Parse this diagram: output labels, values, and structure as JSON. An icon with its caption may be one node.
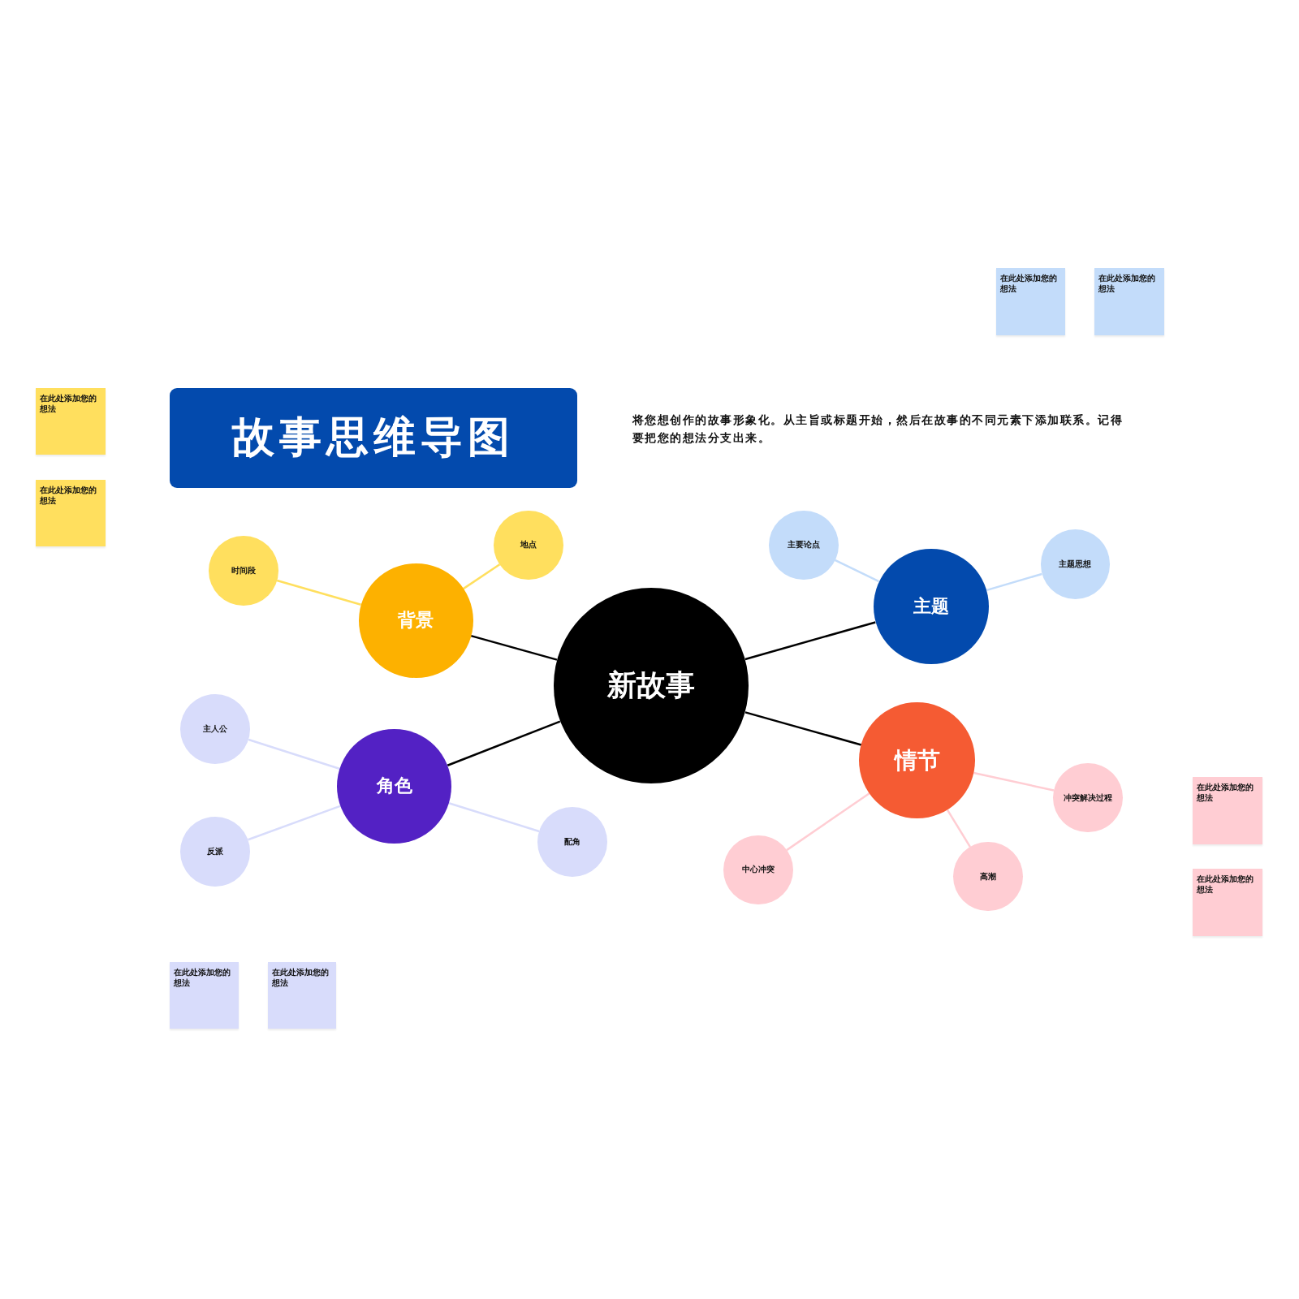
{
  "diagram": {
    "title": "故事思维导图",
    "nodes": [
      {
        "text": [
          "新故事"
        ]
      },
      {
        "text": [
          "背景"
        ]
      },
      {
        "text": [
          "时间段"
        ]
      },
      {
        "text": [
          "地点"
        ]
      },
      {
        "text": [
          "角色"
        ]
      },
      {
        "text": [
          "主人公"
        ]
      },
      {
        "text": [
          "反派"
        ]
      },
      {
        "text": [
          "配角"
        ]
      },
      {
        "text": [
          "主题"
        ]
      },
      {
        "text": [
          "主要论点"
        ]
      },
      {
        "text": [
          "主题思想"
        ]
      },
      {
        "text": [
          "情节"
        ]
      },
      {
        "text": [
          "冲突解决过程"
        ]
      },
      {
        "text": [
          "中心冲突"
        ]
      },
      {
        "text": [
          "高潮"
        ]
      },
      {
        "text": [
          "在此处添加您的想法"
        ]
      },
      {
        "text": [
          "在此处添加您的想法"
        ]
      },
      {
        "text": [
          "在此处添加您的想法"
        ]
      },
      {
        "text": [
          "在此处添加您的想法"
        ]
      },
      {
        "text": [
          "在此处添加您的想法"
        ]
      },
      {
        "text": [
          "在此处添加您的想法"
        ]
      },
      {
        "text": [
          "在此处添加您的想法"
        ]
      },
      {
        "text": [
          "在此处添加您的想法"
        ]
      }
    ],
    "edges": [
      {
        "from": 0,
        "to": 1,
        "arrow": "none"
      },
      {
        "from": 0,
        "to": 4,
        "arrow": "none"
      },
      {
        "from": 0,
        "to": 8,
        "arrow": "none"
      },
      {
        "from": 0,
        "to": 11,
        "arrow": "none"
      },
      {
        "from": 1,
        "to": 2,
        "arrow": "none",
        "color": "#ffdf5e"
      },
      {
        "from": 1,
        "to": 3,
        "arrow": "none",
        "color": "#ffdf5e"
      },
      {
        "from": 4,
        "to": 5,
        "arrow": "none",
        "color": "#d8dcfb"
      },
      {
        "from": 4,
        "to": 6,
        "arrow": "none",
        "color": "#d8dcfb"
      },
      {
        "from": 4,
        "to": 7,
        "arrow": "none",
        "color": "#d8dcfb"
      },
      {
        "from": 8,
        "to": 9,
        "arrow": "none",
        "color": "#c3dcfa"
      },
      {
        "from": 8,
        "to": 10,
        "arrow": "none",
        "color": "#c3dcfa"
      },
      {
        "from": 11,
        "to": 12,
        "arrow": "none",
        "color": "#ffcdd3"
      },
      {
        "from": 11,
        "to": 13,
        "arrow": "none",
        "color": "#ffcdd3"
      },
      {
        "from": 11,
        "to": 14,
        "arrow": "none",
        "color": "#ffcdd3"
      }
    ],
    "labels": [
      "将您想创作的故事形象化。从主旨或标题开始，然后在故事的不同元素下添加联系。记得要把您的想法分支出来。"
    ]
  }
}
